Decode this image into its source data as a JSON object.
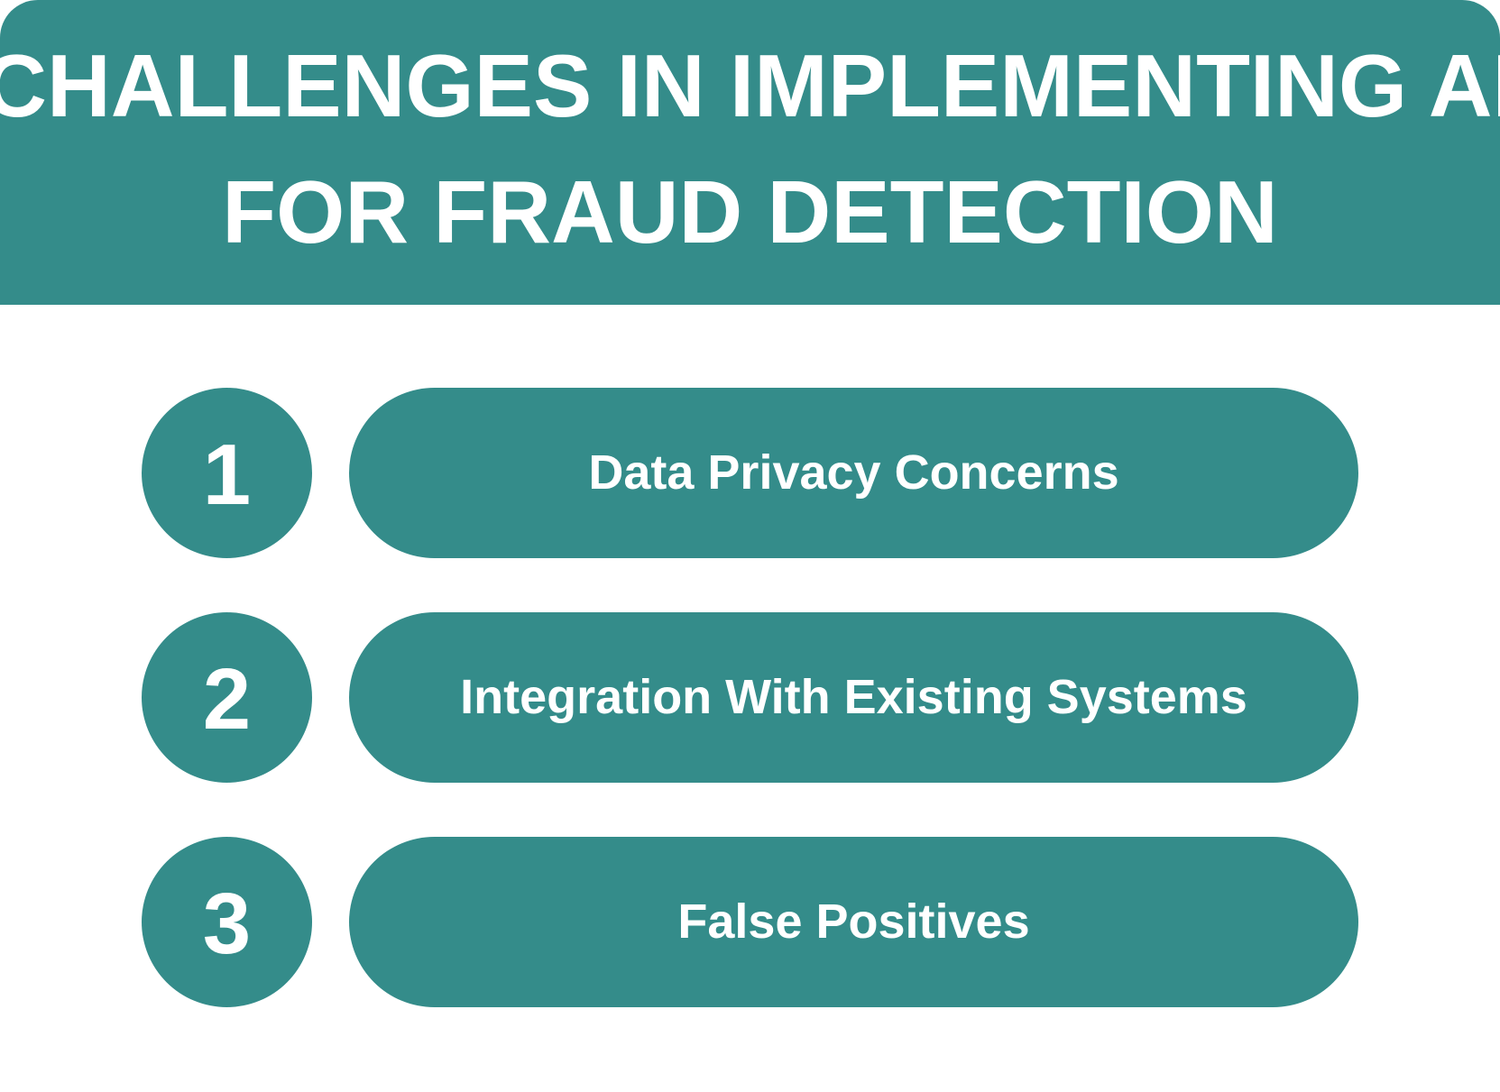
{
  "header": {
    "title_line_1": "CHALLENGES IN IMPLEMENTING AI",
    "title_line_2": "FOR FRAUD DETECTION"
  },
  "colors": {
    "accent": "#348c8a",
    "text_on_accent": "#ffffff",
    "background": "#ffffff"
  },
  "challenges": [
    {
      "number": "1",
      "label": "Data Privacy Concerns"
    },
    {
      "number": "2",
      "label": "Integration With Existing Systems"
    },
    {
      "number": "3",
      "label": "False Positives"
    }
  ]
}
